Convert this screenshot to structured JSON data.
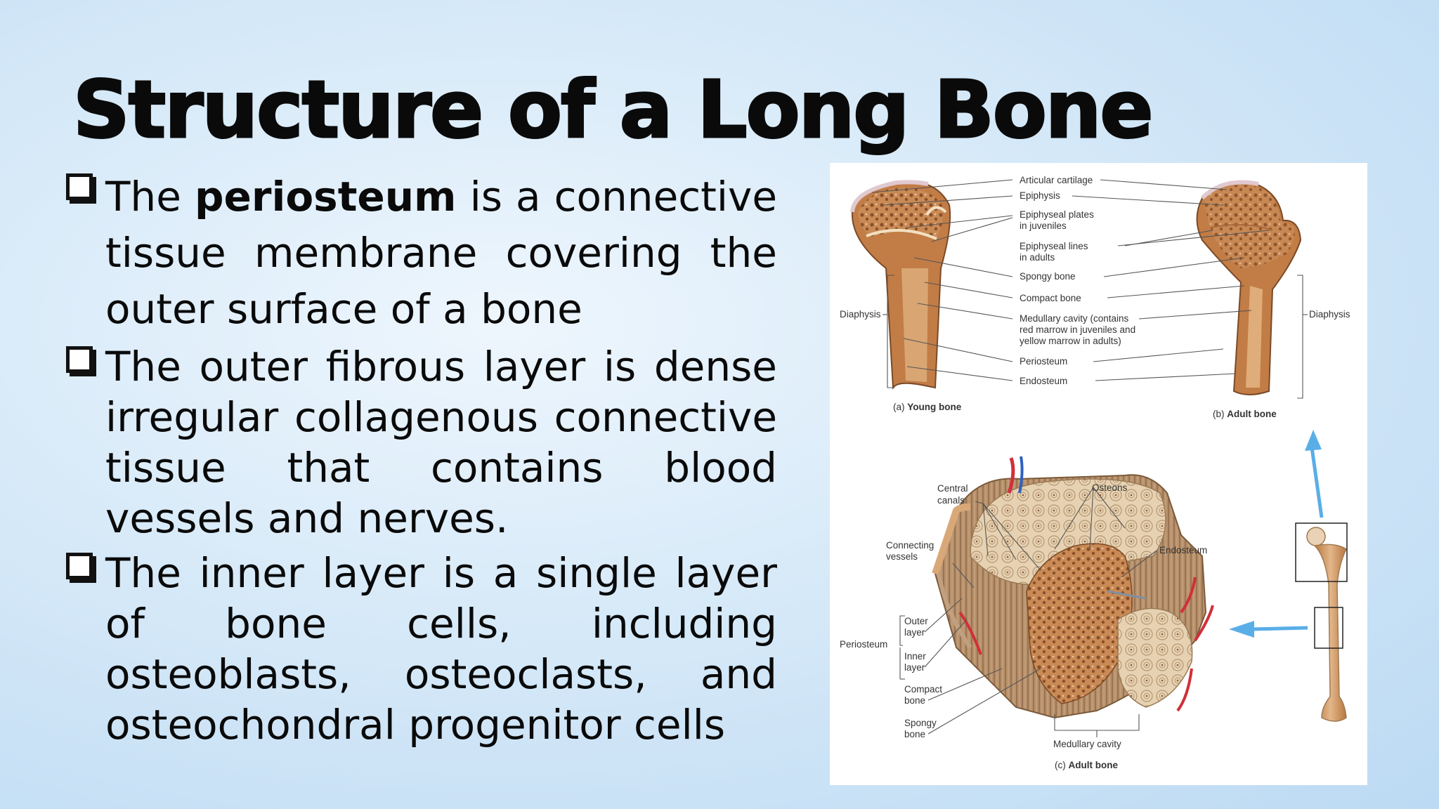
{
  "title": "Structure of a Long Bone",
  "bullets": [
    {
      "pre": "The ",
      "bold": "periosteum",
      "post": " is a connective tissue membrane covering the outer surface of a bone"
    },
    {
      "text": "The outer fibrous layer is dense irregular collagenous connective tissue that contains blood vessels and nerves."
    },
    {
      "text": "The inner layer is a single layer of bone cells, including osteoblasts, osteoclasts, and osteochondral progenitor cells"
    }
  ],
  "figure": {
    "labels_top": [
      "Articular cartilage",
      "Epiphysis",
      "Epiphyseal plates",
      "in juveniles",
      "Epiphyseal lines",
      "in adults",
      "Spongy bone",
      "Compact bone",
      "Medullary cavity (contains",
      "red marrow in juveniles and",
      "yellow marrow in adults)",
      "Periosteum",
      "Endosteum"
    ],
    "diaphysis_left": "Diaphysis",
    "diaphysis_right": "Diaphysis",
    "caption_a_prefix": "(a)",
    "caption_a": "Young bone",
    "caption_b_prefix": "(b)",
    "caption_b": "Adult bone",
    "central_canals_1": "Central",
    "central_canals_2": "canals",
    "osteons": "Osteons",
    "connecting_vessels_1": "Connecting",
    "connecting_vessels_2": "vessels",
    "endosteum_c": "Endosteum",
    "periosteum_c": "Periosteum",
    "outer_layer_1": "Outer",
    "outer_layer_2": "layer",
    "inner_layer_1": "Inner",
    "inner_layer_2": "layer",
    "compact_bone_1": "Compact",
    "compact_bone_2": "bone",
    "spongy_bone_1": "Spongy",
    "spongy_bone_2": "bone",
    "medullary_cavity": "Medullary cavity",
    "caption_c_prefix": "(c)",
    "caption_c": "Adult bone"
  },
  "colors": {
    "bone": "#c98a55",
    "bone_dark": "#9a5e33",
    "arrow": "#5aaee8",
    "vessel": "#d0303a"
  }
}
